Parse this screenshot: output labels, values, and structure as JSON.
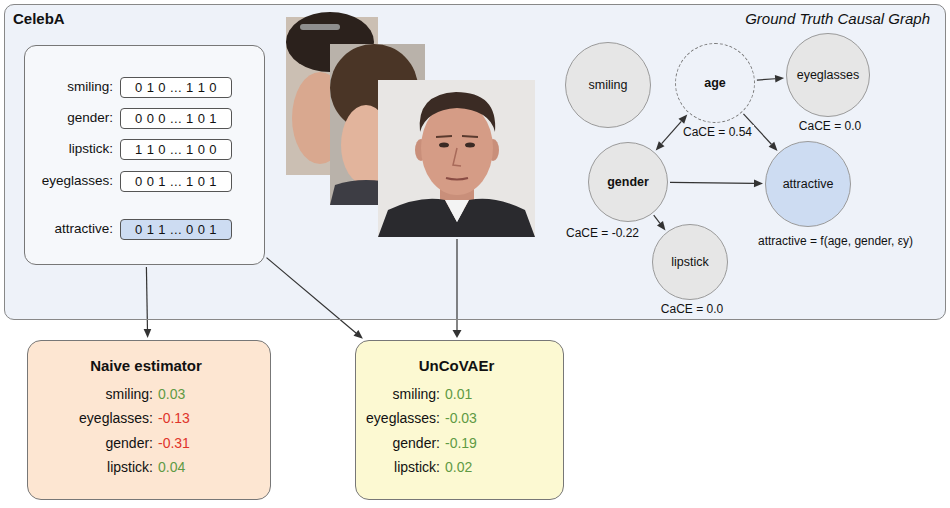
{
  "diagram": {
    "nodes": [
      {
        "text": [
          "CelebA"
        ]
      },
      {
        "text": [
          "smiling:",
          "gender:",
          "lipstick:",
          "eyeglasses:",
          "attractive:"
        ],
        "in": 0
      },
      {
        "text": [
          "0 1 0 ... 1 1 0"
        ],
        "in": 1
      },
      {
        "text": [
          "0 0 0 ... 1 0 1"
        ],
        "in": 1
      },
      {
        "text": [
          "1 1 0 ... 1 0 0"
        ],
        "in": 1
      },
      {
        "text": [
          "0 0 1 ... 1 0 1"
        ],
        "in": 1
      },
      {
        "text": [
          "0 1 1 ... 0 0 1"
        ],
        "in": 1
      },
      {
        "text": [
          "smiling"
        ],
        "in": 0
      },
      {
        "text": [
          "age",
          "CaCE = 0.54"
        ],
        "in": 0
      },
      {
        "text": [
          "eyeglasses",
          "CaCE = 0.0"
        ],
        "in": 0
      },
      {
        "text": [
          "gender",
          "CaCE = -0.22"
        ],
        "in": 0
      },
      {
        "text": [
          "attractive"
        ],
        "in": 0
      },
      {
        "text": [
          "lipstick",
          "CaCE = 0.0"
        ],
        "in": 0
      },
      {
        "text": [
          "Naive estimator",
          "smiling:",
          "0.03",
          "eyeglasses:",
          "-0.13",
          "gender:",
          "-0.31",
          "lipstick:",
          "0.04"
        ]
      },
      {
        "text": [
          "UnCoVAEr",
          "smiling:",
          "0.01",
          "eyeglasses:",
          "-0.03",
          "gender:",
          "-0.19",
          "lipstick:",
          "0.02"
        ]
      }
    ],
    "edges": [
      {
        "from": 1,
        "to": 13,
        "arrow": "to"
      },
      {
        "from": 1,
        "to": 14,
        "arrow": "to"
      },
      {
        "from": 8,
        "to": 9,
        "arrow": "to"
      },
      {
        "from": 8,
        "to": 10,
        "arrow": "both"
      },
      {
        "from": 8,
        "to": 11,
        "arrow": "to"
      },
      {
        "from": 10,
        "to": 11,
        "arrow": "to"
      },
      {
        "from": 10,
        "to": 12,
        "arrow": "to"
      }
    ],
    "labels": [
      "Ground Truth Causal Graph",
      "attractive = f(age, gender, εy)"
    ]
  }
}
